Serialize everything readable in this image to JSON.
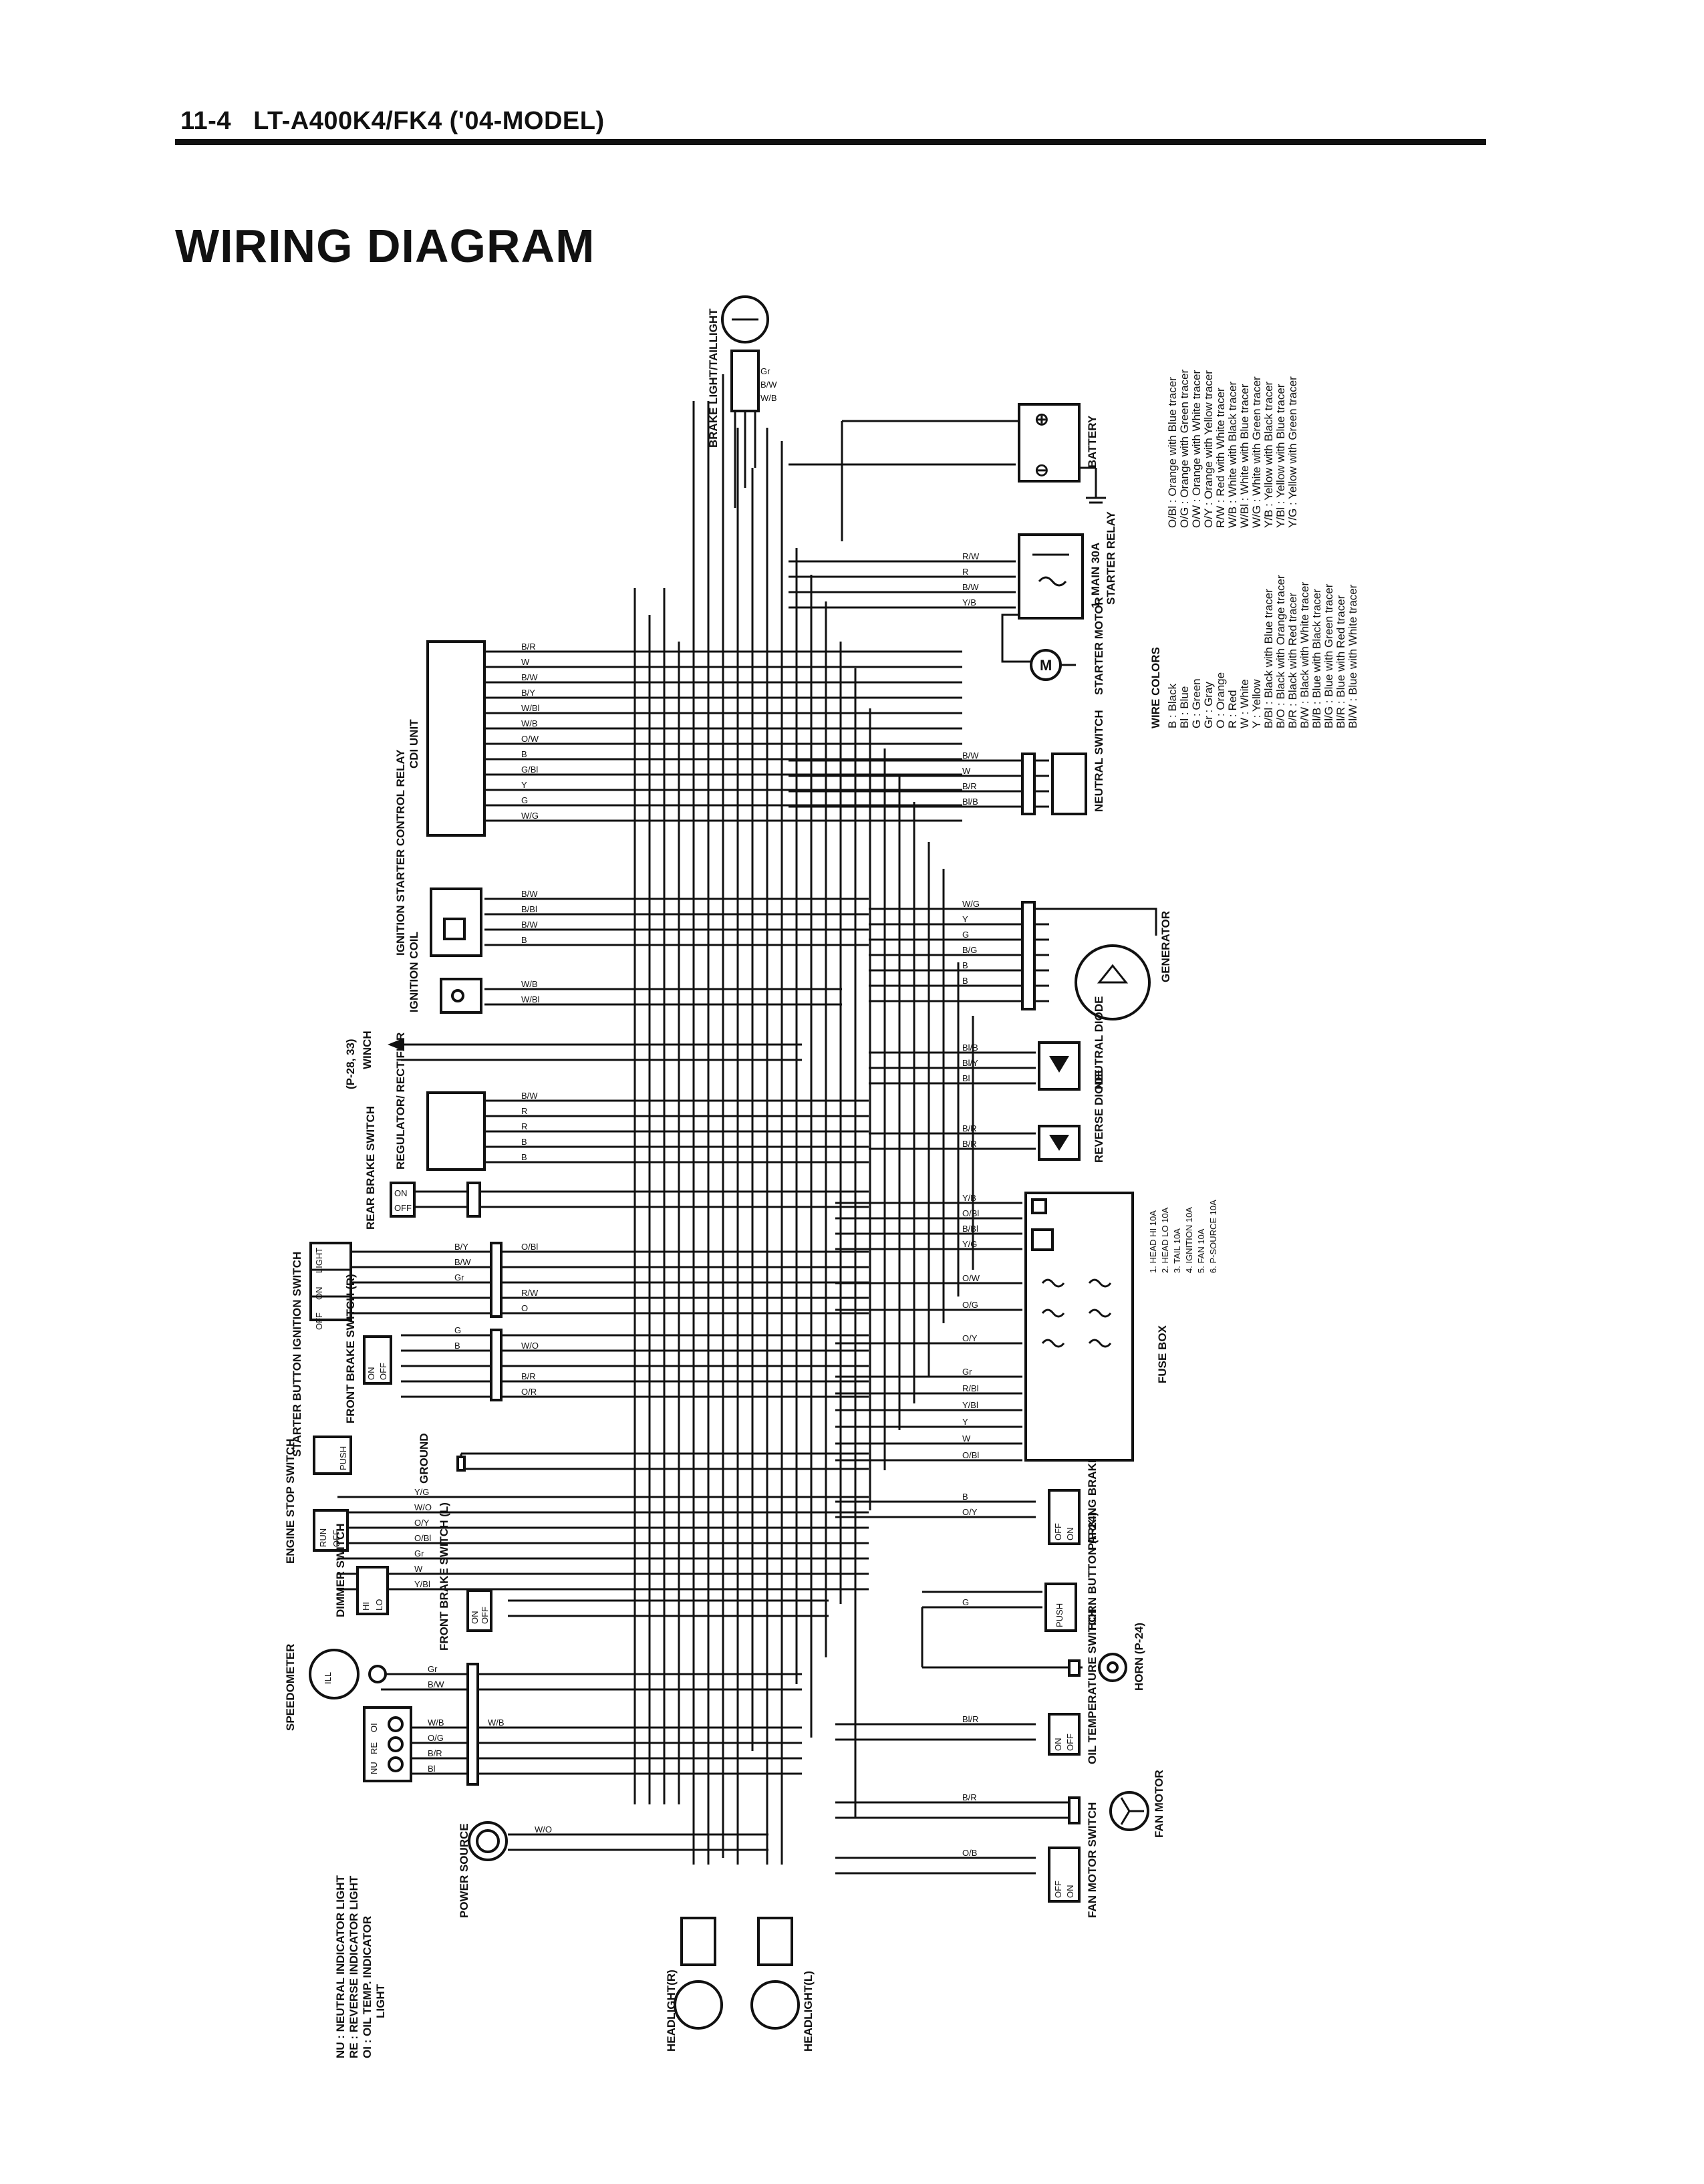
{
  "header": {
    "page_ref": "11-4",
    "model": "LT-A400K4/FK4 ('04-MODEL)"
  },
  "title": "WIRING DIAGRAM",
  "components": {
    "brake_light": "BRAKE LIGHT/TAILLIGHT",
    "battery": "BATTERY",
    "starter_relay": "STARTER RELAY",
    "main_fuse": "1. MAIN 30A",
    "starter_motor": "STARTER MOTOR",
    "cdi_unit": "CDI UNIT",
    "neutral_switch": "NEUTRAL SWITCH",
    "ignition_starter_relay": "IGNITION STARTER CONTROL RELAY",
    "ignition_coil": "IGNITION COIL",
    "generator": "GENERATOR",
    "winch": "WINCH",
    "winch_ref": "(P-28, 33)",
    "neutral_diode": "NEUTRAL DIODE",
    "regulator": "REGULATOR/ RECTIFIER",
    "reverse_diode": "REVERSE DIODE",
    "rear_brake_switch": "REAR BRAKE SWITCH",
    "ignition_switch": "IGNITION SWITCH",
    "fuse_box": "FUSE BOX",
    "front_brake_switch_r": "FRONT BRAKE SWITCH (R)",
    "starter_button": "STARTER BUTTON",
    "ground": "GROUND",
    "engine_stop_switch": "ENGINE STOP SWITCH",
    "parking_brake_switch": "PARKING BRAKE SWITCH",
    "dimmer_switch": "DIMMER SWITCH",
    "front_brake_switch_l": "FRONT BRAKE SWITCH (L)",
    "horn_button": "HORN BUTTON (P-24)",
    "speedometer": "SPEEDOMETER",
    "horn": "HORN (P-24)",
    "oil_temp_switch": "OIL TEMPERATURE SWITCH",
    "power_source": "POWER SOURCE",
    "fan_motor": "FAN MOTOR",
    "fan_motor_switch": "FAN MOTOR SWITCH",
    "headlight_r": "HEADLIGHT(R)",
    "headlight_l": "HEADLIGHT(L)",
    "ill": "ILL"
  },
  "fuses": [
    "1. HEAD HI     10A",
    "2. HEAD LO     10A",
    "3. TAIL          10A",
    "4. IGNITION   10A",
    "5. FAN          10A",
    "6. P-SOURCE 10A"
  ],
  "switch_states": {
    "off": "OFF",
    "on": "ON",
    "light": "LIGHT",
    "push": "PUSH",
    "run": "RUN",
    "hi": "HI",
    "lo": "LO"
  },
  "indicator_labels": {
    "nu": "NU",
    "re": "RE",
    "oi": "OI"
  },
  "indicator_legend": [
    "NU : NEUTRAL INDICATOR LIGHT",
    "RE : REVERSE INDICATOR LIGHT",
    "OI : OIL TEMP. INDICATOR",
    "LIGHT"
  ],
  "wire_colors": {
    "title": "WIRE COLORS",
    "single": [
      "B   : Black",
      "Bl  : Blue",
      "G   : Green",
      "Gr  : Gray",
      "O   : Orange",
      "R   : Red",
      "W  : White",
      "Y   : Yellow"
    ],
    "tracers_1": [
      "B/Bl : Black with Blue tracer",
      "B/O  : Black with Orange tracer",
      "B/R  : Black with Red tracer",
      "B/W : Black with White tracer",
      "Bl/B : Blue with Black tracer",
      "Bl/G : Blue with Green tracer",
      "Bl/R : Blue with Red tracer",
      "Bl/W : Blue with White tracer"
    ],
    "tracers_2": [
      "O/Bl : Orange with Blue tracer",
      "O/G : Orange with Green tracer",
      "O/W : Orange with White tracer",
      "O/Y : Orange with Yellow tracer",
      "R/W : Red with White tracer",
      "W/B : White with Black tracer",
      "W/Bl : White with Blue tracer",
      "W/G : White with Green tracer",
      "Y/B : Yellow with Black tracer",
      "Y/Bl : Yellow with Blue tracer",
      "Y/G : Yellow with Green tracer"
    ]
  },
  "wire_codes": {
    "cdi": [
      "B/R",
      "W",
      "B/W",
      "B/Y",
      "W/Bl",
      "W/B",
      "O/W",
      "B",
      "G/Bl",
      "Y",
      "G",
      "W/G"
    ],
    "relay": [
      "R/W",
      "R",
      "B/W",
      "Y/B"
    ],
    "neutral": [
      "B/W",
      "W",
      "B/R",
      "Bl/B"
    ],
    "generator": [
      "W/G",
      "Y",
      "G",
      "B/G",
      "B",
      "B"
    ],
    "ign_relay": [
      "B/W",
      "B/Bl",
      "B/W",
      "B"
    ],
    "coil": [
      "W/B",
      "W/Bl"
    ],
    "regulator": [
      "B/W",
      "R",
      "R",
      "B",
      "B"
    ],
    "diodes": [
      "Bl/B",
      "Bl/Y",
      "Bl",
      "B/R",
      "B/R"
    ],
    "fusebox": [
      "Y/B",
      "O/Bl",
      "B/Bl",
      "Y/G",
      "O/W",
      "O/G",
      "O/Y",
      "Gr",
      "R/Bl",
      "Y/Bl",
      "Y",
      "W",
      "O/Bl"
    ],
    "ign_switch": [
      "B/Y",
      "B/W",
      "Gr",
      "O/Bl",
      "R/W",
      "O",
      "G",
      "B",
      "W/O",
      "B/R",
      "O/R"
    ],
    "lower_left": [
      "Y/G",
      "W/O",
      "O/Y",
      "O/Bl",
      "Gr",
      "W",
      "Y/Bl"
    ],
    "brake_light": [
      "Gr",
      "B/W",
      "W/B"
    ],
    "bottom": [
      "W/B",
      "O/G",
      "B/R",
      "Bl",
      "W/B",
      "W/O",
      "O/B",
      "B/R",
      "Gr",
      "B/W",
      "B",
      "O/Y",
      "G",
      "Bl/R"
    ]
  }
}
